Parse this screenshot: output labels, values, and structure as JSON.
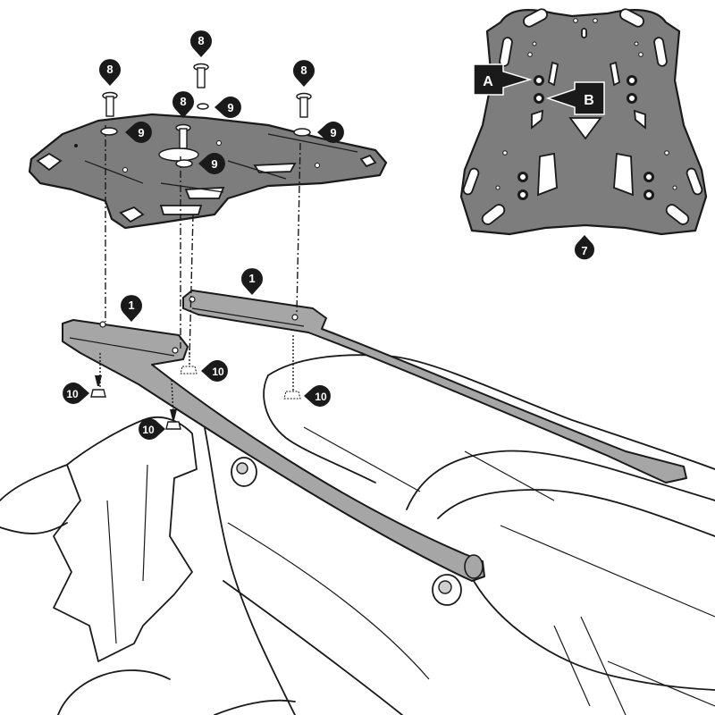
{
  "diagram": {
    "type": "exploded assembly / installation diagram",
    "subject": "Motorcycle rear luggage rack mounting",
    "colors": {
      "outline": "#1a1a1a",
      "plate_fill": "#7d7d7d",
      "rail_fill": "#a6a6a6",
      "background": "#ffffff",
      "callout_fill": "#1a1a1a",
      "callout_text": "#ffffff"
    },
    "parts": [
      {
        "id": "1",
        "label": "1",
        "description": "Side carrier rail (left and right)",
        "count_shown": 2
      },
      {
        "id": "7",
        "label": "7",
        "description": "Top rack plate",
        "count_shown": 1
      },
      {
        "id": "8",
        "label": "8",
        "description": "Screw / bolt",
        "count_shown": 4
      },
      {
        "id": "9",
        "label": "9",
        "description": "Washer",
        "count_shown": 4
      },
      {
        "id": "10",
        "label": "10",
        "description": "Nut",
        "count_shown": 4
      }
    ],
    "callouts": {
      "rail_left": "1",
      "rail_right": "1",
      "bolt_a": "8",
      "bolt_b": "8",
      "bolt_c": "8",
      "bolt_d": "8",
      "washer_a": "9",
      "washer_b": "9",
      "washer_c": "9",
      "washer_d": "9",
      "nut_a": "10",
      "nut_b": "10",
      "nut_c": "10",
      "nut_d": "10",
      "plate_detail": "7"
    },
    "detail_inset": {
      "part": "7",
      "markers": [
        {
          "label": "A",
          "points_to": "upper mounting hole"
        },
        {
          "label": "B",
          "points_to": "lower mounting hole"
        }
      ]
    }
  }
}
